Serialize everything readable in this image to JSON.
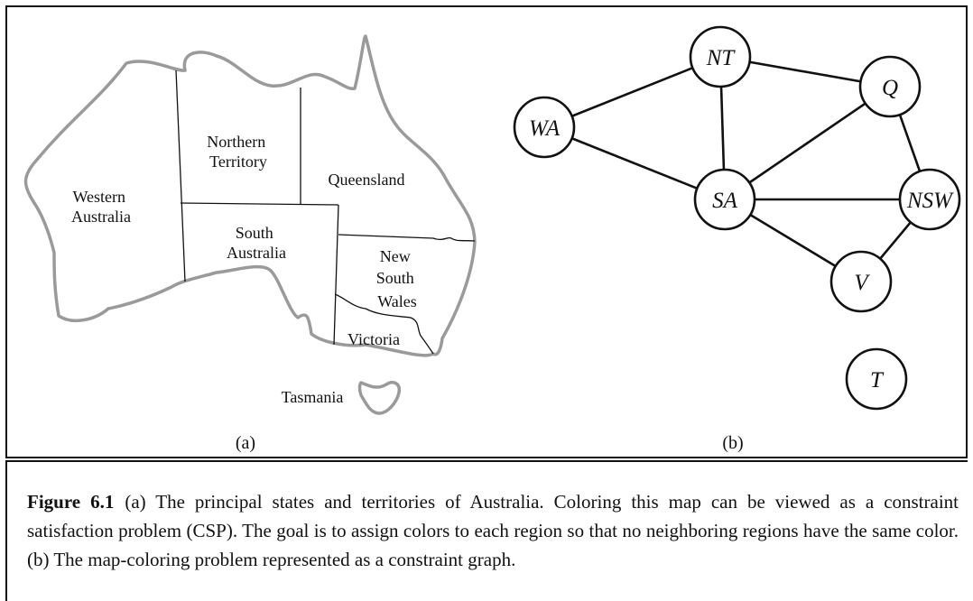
{
  "panels": {
    "a_label": "(a)",
    "b_label": "(b)"
  },
  "map": {
    "regions": {
      "wa": [
        "Western",
        "Australia"
      ],
      "nt": [
        "Northern",
        "Territory"
      ],
      "q": "Queensland",
      "sa": [
        "South",
        "Australia"
      ],
      "nsw": [
        "New",
        "South",
        "Wales"
      ],
      "v": "Victoria",
      "tas": "Tasmania"
    }
  },
  "graph": {
    "nodes": {
      "nt": "NT",
      "q": "Q",
      "wa": "WA",
      "sa": "SA",
      "nsw": "NSW",
      "v": "V",
      "t": "T"
    },
    "edges": [
      [
        "WA",
        "NT"
      ],
      [
        "WA",
        "SA"
      ],
      [
        "NT",
        "SA"
      ],
      [
        "NT",
        "Q"
      ],
      [
        "SA",
        "Q"
      ],
      [
        "SA",
        "NSW"
      ],
      [
        "SA",
        "V"
      ],
      [
        "Q",
        "NSW"
      ],
      [
        "NSW",
        "V"
      ]
    ]
  },
  "caption": {
    "label": "Figure 6.1",
    "text": "(a) The principal states and territories of Australia. Coloring this map can be viewed as a constraint satisfaction problem (CSP). The goal is to assign colors to each region so that no neighboring regions have the same color. (b) The map-coloring problem represented as a constraint graph."
  }
}
